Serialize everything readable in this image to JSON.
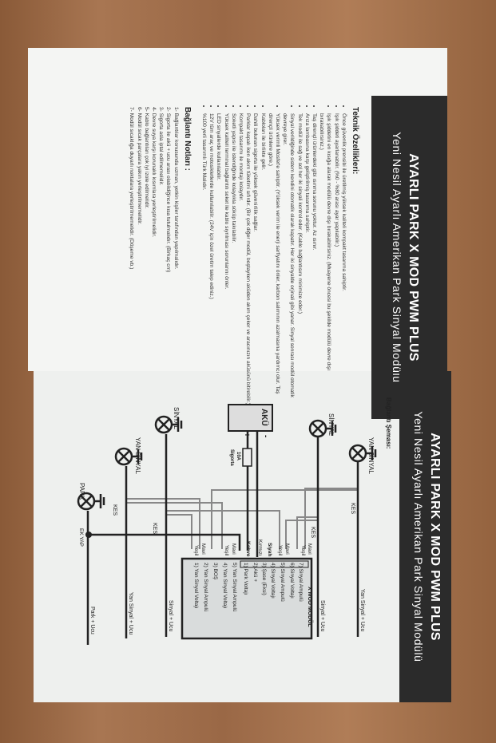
{
  "left_panel": {
    "title": "AYARLI PARK X MOD PWM PLUS",
    "subtitle": "Yeni Nesil Ayarlı Amerikan Park Sinyal Modülü",
    "specs_heading": "Teknik Özellikleri:",
    "specs": [
      "Önce güvenlik prensibi ile üretilmiş yüksek kaliteli kompakt tasarıma sahiptir.",
      "Işık şiddeti ayarlanabilir. (%0 - %80 arası ayar yapılabilir.)",
      "Işık şiddetini en kısığa alarak modülü devre dışı bırakabilirsiniz. (Muayene öncesi bu şekilde modülü devre dışı bırakabilirsiniz.)",
      "Taş dirençli ürünlerdeki gibi ısınma sorunu yoktur. Az ısınır.",
      "Arıza lambasına karşı geliştirilmiş tasarıma sahiptir.",
      "Tek modül ile sağ ve sol her iki sinyali kontrol eder. (Kablo bağlantısını minimize eder.)",
      "Sinyal verildiğinde sistem kendini otomatik olarak kapatır. Her iki sinyalde orjinali gibi yanar. Sinyal sonrası modül otomatik devreye girer.",
      "Yüksek verimli Mosfet'e sahiptir. (Yüksek verim ile enerji sarfiyatını önler, karbon salımının azalmasına yardımcı olur. Taş dirençli ürünlere göre.)",
      "Kabloları ile birlikte gelir.",
      "Dahili bulunan sigorta ile yüksek güvenirlilik sağlar.",
      "Parklar kapalı iken akım tüketimi sıfırdır. (Bir çok diğer modül, boştayken aküden akım çeker ve aracınızın aküsünü bitirebilir.)",
      "Kompakt tasarımı ile montajı kolaydır.",
      "Soketli yapısı ile istendiğinde kolaylıkla söküp takılabilir.",
      "Yüksek kaliteli terminal bağlantılı soket ile kablo sıyrılması sorunlarını önler.",
      "LED sinyallerde kullanılabilir.",
      "12V tüm araç ve motosikletlerde kullanılabilir. (24V için özel üretim talep ediniz.)",
      "%100 yerli tasarımlı Türk Malıdır."
    ],
    "notes_heading": "Bağlantı Notları :",
    "notes": [
      "1- Bağlantılar konusunda uzman, yetkin kişiler tarafından yapılmalıdır.",
      "2- Sigorta ile akü + ucu arası olabildiğince kısa tutulmalıdır. (Birkaç cm)",
      "3- Sigorta asla iptal edilmemelidir.",
      "4- Devre suya karşı korunaklı kısımlara yerleştirilmelidir.",
      "5- Kablo bağlantıları çok iyi izole edilmelidir.",
      "6- Modül sıcak parçalara yakın yerleştirilmemelidir.",
      "7- Modül sıcaklığa duyarlı noktalara yerleştirilmemelidir. (Döşeme vb.)"
    ]
  },
  "right_panel": {
    "title": "AYARLI PARK X MOD PWM PLUS",
    "subtitle": "Yeni Nesil Ayarlı Amerikan Park Sinyal Modülü",
    "diagram": {
      "heading": "Bağlantı Şeması:",
      "lamp_yan_sinyal": "YAN SİNYAL",
      "lamp_sinyal": "SİNYAL",
      "lamp_park": "PARK",
      "yan_sinyal_ucu": "Yan Sinyal + Ucu",
      "sinyal_ucu": "Sinyal + Ucu",
      "park_ucu": "Park + Ucu",
      "kes": "KES",
      "ek_yap": "EK YAP",
      "battery": "AKÜ",
      "plus": "+",
      "minus": "-",
      "fuse_rating": "10A",
      "fuse_label": "Sigorta",
      "wire_mavi": "Mavi",
      "wire_yesil": "Yeşil",
      "wire_siyah": "Siyah",
      "wire_kirmizi": "Kırmızı",
      "wire_kahve": "Kahve",
      "module_title": "X MOD MODÜL",
      "module_pins_a": [
        "7) Sinyal Ampulü",
        "6) Sinyal Voltajı",
        "5) Sinyal Ampulü",
        "4) Sinyal Voltajı",
        "3) Şase (Eksi)",
        "2) Akü +",
        "1) Park Voltajı"
      ],
      "module_pins_b": [
        "5) Yan Sinyal Ampulü",
        "4) Yan Sinyal Voltajı",
        "3) BOŞ",
        "2) Yan Sinyal Ampulü",
        "1) Yan Sinyal Voltajı"
      ]
    }
  }
}
